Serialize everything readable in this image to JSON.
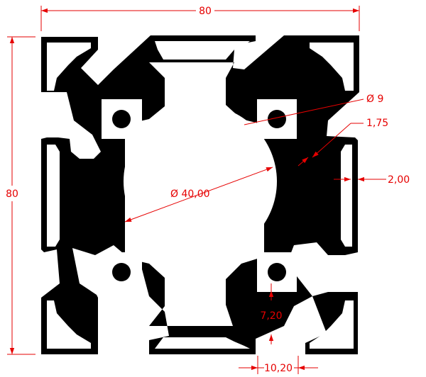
{
  "dimensions": {
    "width": "80",
    "height": "80",
    "hole_diameter": "Ø 40,00",
    "screw_diameter": "Ø 9",
    "wall_thickness": "1,75",
    "slot_depth": "2,00",
    "slot_offset": "7,20",
    "slot_width": "10,20"
  },
  "colors": {
    "profile": "#000000",
    "dimension": "#e60000",
    "background": "#ffffff"
  }
}
